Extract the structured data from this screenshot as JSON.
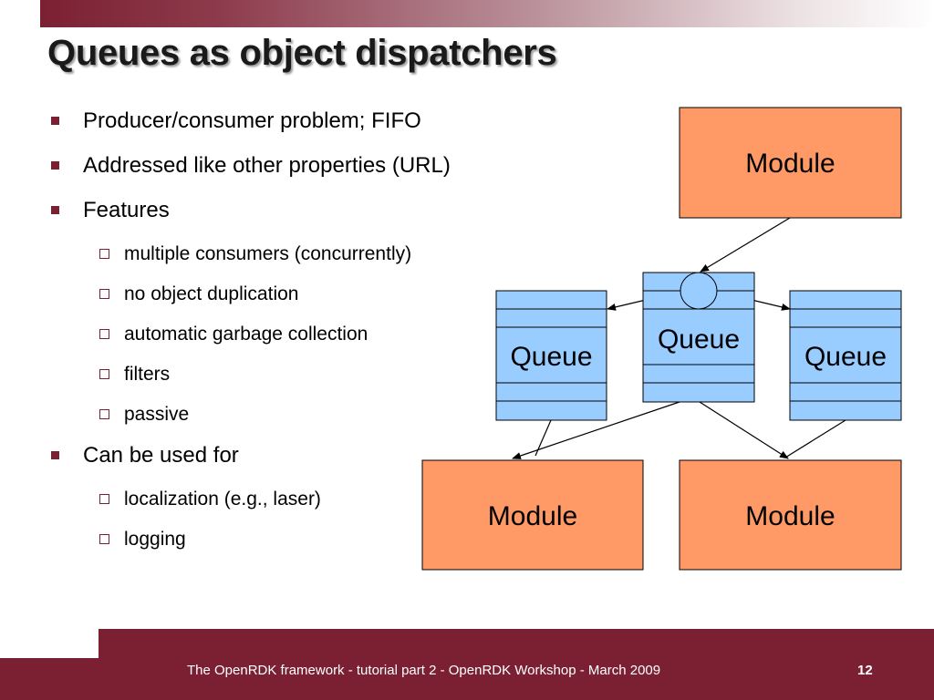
{
  "slide": {
    "title": "Queues as object dispatchers",
    "bullets": [
      {
        "level": 1,
        "text": "Producer/consumer problem; FIFO"
      },
      {
        "level": 1,
        "text": "Addressed like other properties (URL)"
      },
      {
        "level": 1,
        "text": "Features"
      },
      {
        "level": 2,
        "text": "multiple consumers (concurrently)"
      },
      {
        "level": 2,
        "text": "no object duplication"
      },
      {
        "level": 2,
        "text": "automatic garbage collection"
      },
      {
        "level": 2,
        "text": "filters"
      },
      {
        "level": 2,
        "text": "passive"
      },
      {
        "level": 1,
        "text": "Can be used for"
      },
      {
        "level": 2,
        "text": "localization (e.g., laser)"
      },
      {
        "level": 2,
        "text": "logging"
      }
    ]
  },
  "diagram": {
    "module_top": "Module",
    "queue_left": "Queue",
    "queue_center": "Queue",
    "queue_right": "Queue",
    "module_bottom_left": "Module",
    "module_bottom_right": "Module"
  },
  "footer": {
    "text": "The OpenRDK framework - tutorial part 2 - OpenRDK Workshop - March 2009",
    "page": "12"
  },
  "colors": {
    "accent": "#7b2032",
    "module_fill": "#ff9966",
    "queue_fill": "#99ccff"
  }
}
